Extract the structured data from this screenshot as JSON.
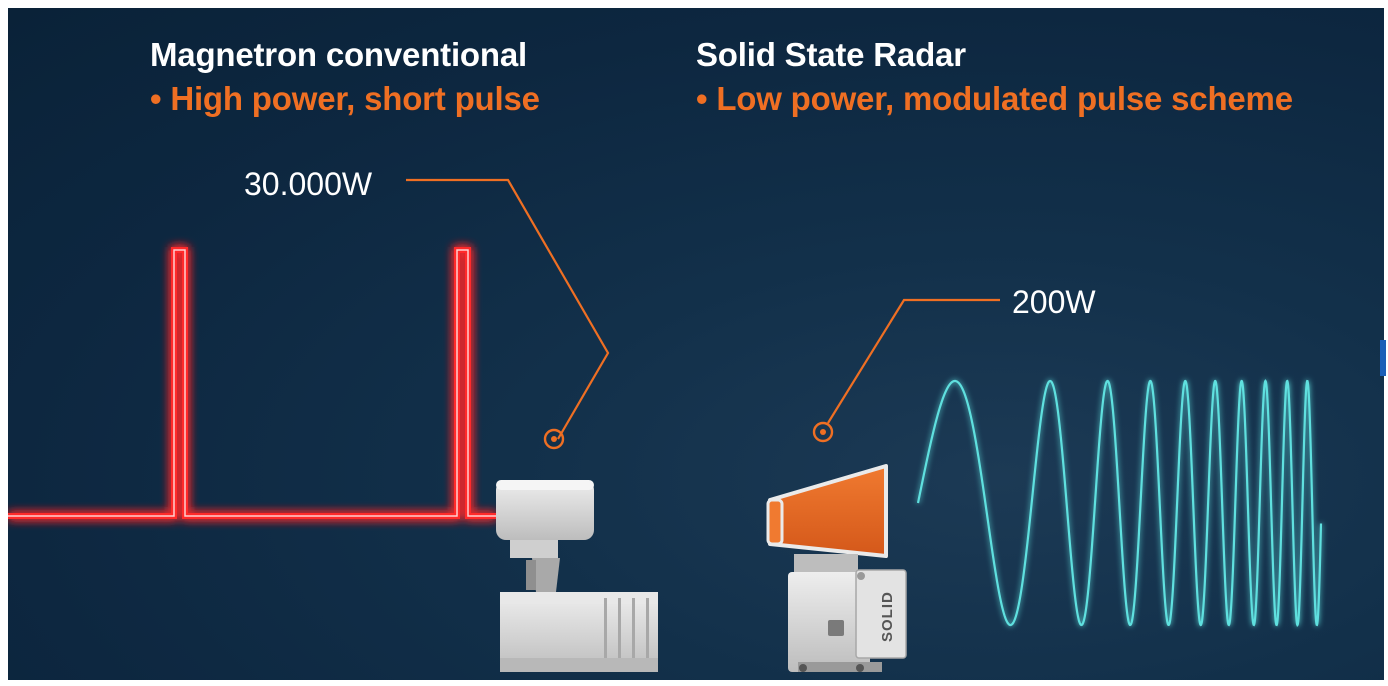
{
  "left": {
    "title": "Magnetron conventional",
    "bullet": "• High power, short pulse",
    "callout": "30.000W"
  },
  "right": {
    "title": "Solid State Radar",
    "bullet": "• Low power, modulated pulse scheme",
    "callout": "200W",
    "device_label": "SOLID"
  },
  "colors": {
    "background": "#0d2740",
    "accent_orange": "#ef6f23",
    "pulse_red": "#ff2a2a",
    "wave_cyan": "#5fe0df",
    "device_gray": "#d9d9d9"
  }
}
